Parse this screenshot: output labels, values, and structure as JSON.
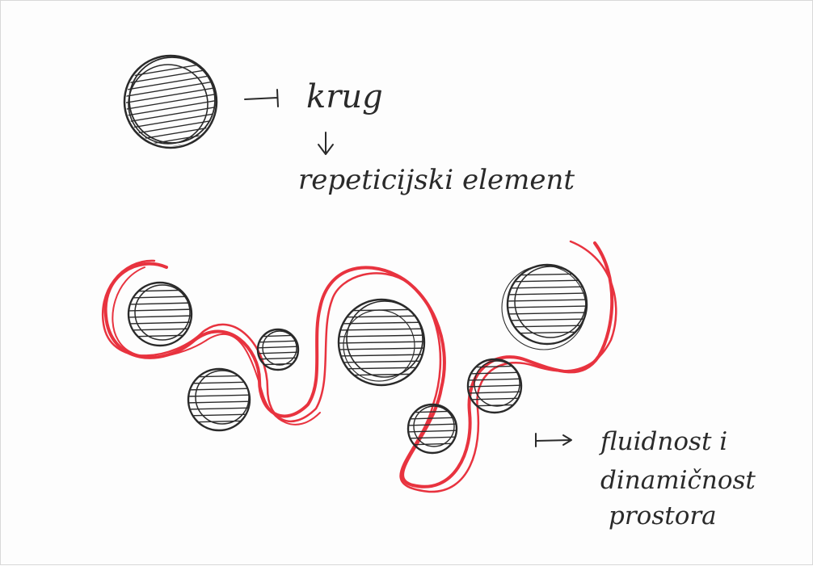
{
  "labels": {
    "circle_label": "krug",
    "repetition_label": "repeticijski element",
    "fluid_line1": "fluidnost i",
    "fluid_line2": "dinamičnost",
    "fluid_line3": "prostora"
  },
  "colors": {
    "ink": "#2a2a2a",
    "accent": "#e8333f",
    "paper": "#fdfdfd"
  }
}
